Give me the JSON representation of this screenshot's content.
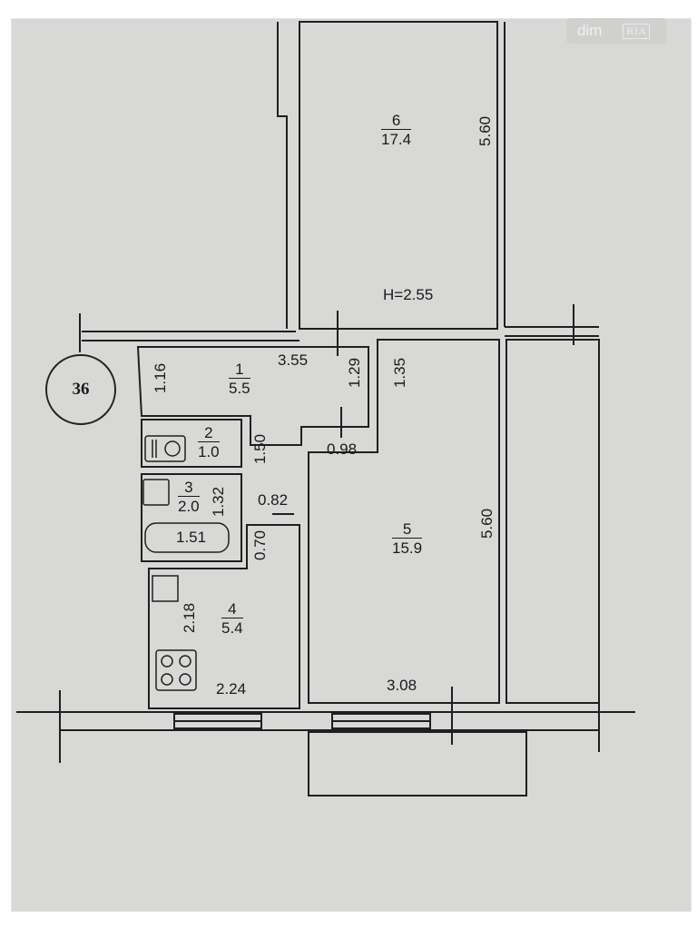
{
  "watermark": {
    "text": "dim",
    "badge": "RIA"
  },
  "apartment_number": "36",
  "ceiling_height": "H=2.55",
  "rooms": [
    {
      "number": "1",
      "area": "5.5"
    },
    {
      "number": "2",
      "area": "1.0"
    },
    {
      "number": "3",
      "area": "2.0"
    },
    {
      "number": "4",
      "area": "5.4"
    },
    {
      "number": "5",
      "area": "15.9"
    },
    {
      "number": "6",
      "area": "17.4"
    }
  ],
  "bath_label": "1.51",
  "dimensions": {
    "d_1_16": "1.16",
    "d_3_55": "3.55",
    "d_1_29": "1.29",
    "d_1_35": "1.35",
    "d_0_98": "0.98",
    "d_1_50": "1.50",
    "d_1_32": "1.32",
    "d_0_82": "0.82",
    "d_0_70": "0.70",
    "d_2_18": "2.18",
    "d_2_24": "2.24",
    "d_3_08": "3.08",
    "d_5_60_room5": "5.60",
    "d_5_60_room6": "5.60"
  }
}
